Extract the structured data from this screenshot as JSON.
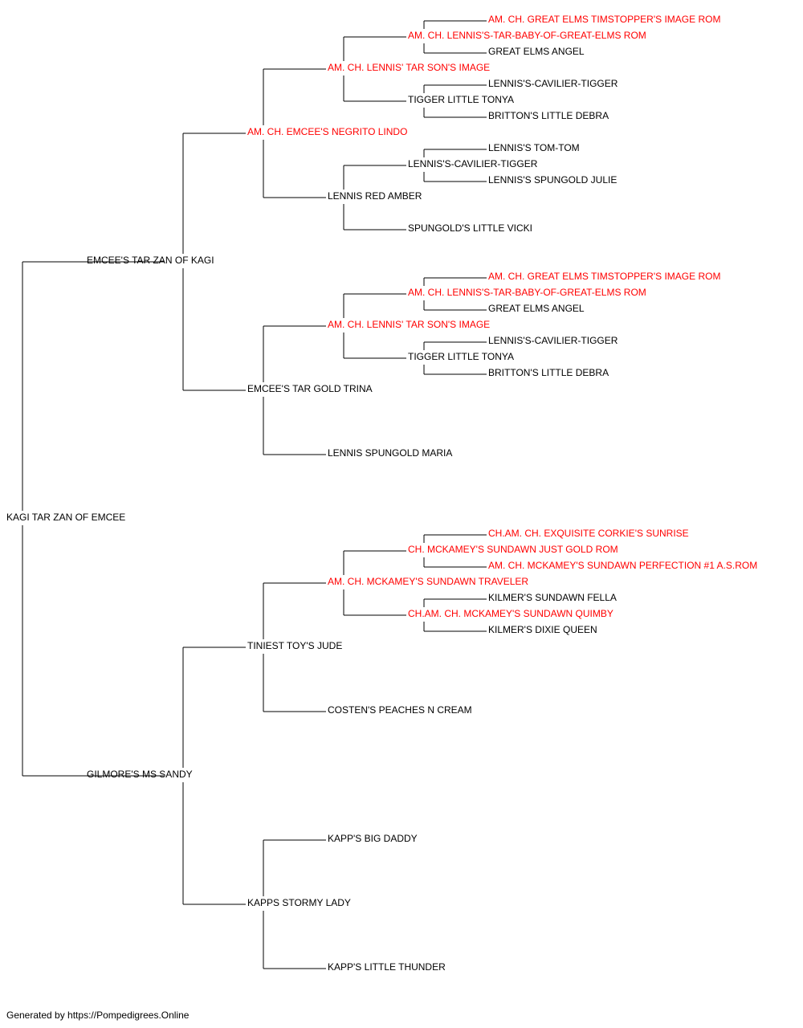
{
  "colors": {
    "champion": "#ff0000",
    "normal": "#000000",
    "line": "#000000"
  },
  "pedigree": {
    "name": "KAGI TAR ZAN OF EMCEE",
    "ch": false,
    "sire": {
      "name": "EMCEE'S TAR ZAN OF KAGI",
      "ch": false,
      "sire": {
        "name": "AM. CH. EMCEE'S NEGRITO LINDO",
        "ch": true,
        "sire": {
          "name": "AM. CH. LENNIS' TAR SON'S IMAGE",
          "ch": true,
          "sire": {
            "name": "AM. CH. LENNIS'S-TAR-BABY-OF-GREAT-ELMS ROM",
            "ch": true,
            "sire": {
              "name": "AM. CH. GREAT ELMS TIMSTOPPER'S IMAGE ROM",
              "ch": true
            },
            "dam": {
              "name": "GREAT ELMS ANGEL",
              "ch": false
            }
          },
          "dam": {
            "name": "TIGGER LITTLE TONYA",
            "ch": false,
            "sire": {
              "name": "LENNIS'S-CAVILIER-TIGGER",
              "ch": false
            },
            "dam": {
              "name": "BRITTON'S LITTLE DEBRA",
              "ch": false
            }
          }
        },
        "dam": {
          "name": "LENNIS RED AMBER",
          "ch": false,
          "sire": {
            "name": "LENNIS'S-CAVILIER-TIGGER",
            "ch": false,
            "sire": {
              "name": "LENNIS'S TOM-TOM",
              "ch": false
            },
            "dam": {
              "name": "LENNIS'S SPUNGOLD JULIE",
              "ch": false
            }
          },
          "dam": {
            "name": "SPUNGOLD'S LITTLE VICKI",
            "ch": false
          }
        }
      },
      "dam": {
        "name": "EMCEE'S TAR GOLD TRINA",
        "ch": false,
        "sire": {
          "name": "AM. CH. LENNIS' TAR SON'S IMAGE",
          "ch": true,
          "sire": {
            "name": "AM. CH. LENNIS'S-TAR-BABY-OF-GREAT-ELMS ROM",
            "ch": true,
            "sire": {
              "name": "AM. CH. GREAT ELMS TIMSTOPPER'S IMAGE ROM",
              "ch": true
            },
            "dam": {
              "name": "GREAT ELMS ANGEL",
              "ch": false
            }
          },
          "dam": {
            "name": "TIGGER LITTLE TONYA",
            "ch": false,
            "sire": {
              "name": "LENNIS'S-CAVILIER-TIGGER",
              "ch": false
            },
            "dam": {
              "name": "BRITTON'S LITTLE DEBRA",
              "ch": false
            }
          }
        },
        "dam": {
          "name": "LENNIS SPUNGOLD MARIA",
          "ch": false
        }
      }
    },
    "dam": {
      "name": "GILMORE'S MS SANDY",
      "ch": false,
      "sire": {
        "name": "TINIEST TOY'S JUDE",
        "ch": false,
        "sire": {
          "name": "AM. CH. MCKAMEY'S SUNDAWN TRAVELER",
          "ch": true,
          "sire": {
            "name": "CH. MCKAMEY'S SUNDAWN JUST GOLD ROM",
            "ch": true,
            "sire": {
              "name": "CH.AM. CH. EXQUISITE CORKIE'S SUNRISE",
              "ch": true
            },
            "dam": {
              "name": "AM. CH. MCKAMEY'S SUNDAWN PERFECTION #1 A.S.ROM",
              "ch": true
            }
          },
          "dam": {
            "name": "CH.AM. CH. MCKAMEY'S SUNDAWN QUIMBY",
            "ch": true,
            "sire": {
              "name": "KILMER'S SUNDAWN FELLA",
              "ch": false
            },
            "dam": {
              "name": "KILMER'S DIXIE QUEEN",
              "ch": false
            }
          }
        },
        "dam": {
          "name": "COSTEN'S PEACHES N CREAM",
          "ch": false
        }
      },
      "dam": {
        "name": "KAPPS STORMY LADY",
        "ch": false,
        "sire": {
          "name": "KAPP'S BIG DADDY",
          "ch": false
        },
        "dam": {
          "name": "KAPP'S LITTLE THUNDER",
          "ch": false
        }
      }
    }
  },
  "footer": {
    "text": "Generated by https://Pompedigrees.Online"
  }
}
